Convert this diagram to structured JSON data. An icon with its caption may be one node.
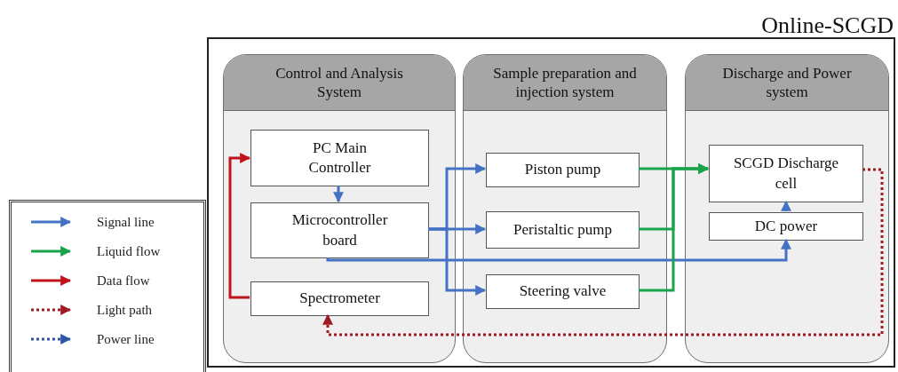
{
  "diagram": {
    "nodes": [
      {
        "text": [
          "Online-SCGD"
        ]
      },
      {
        "text": [
          "Control and Analysis System"
        ],
        "in": 0
      },
      {
        "text": [
          "Sample preparation and injection system"
        ],
        "in": 0
      },
      {
        "text": [
          "Discharge and Power system"
        ],
        "in": 0
      },
      {
        "text": [
          "PC Main Controller"
        ],
        "in": 1
      },
      {
        "text": [
          "Microcontroller board"
        ],
        "in": 1
      },
      {
        "text": [
          "Spectrometer"
        ],
        "in": 1
      },
      {
        "text": [
          "Piston pump"
        ],
        "in": 2
      },
      {
        "text": [
          "Peristaltic pump"
        ],
        "in": 2
      },
      {
        "text": [
          "Steering valve"
        ],
        "in": 2
      },
      {
        "text": [
          "SCGD Discharge cell"
        ],
        "in": 3
      },
      {
        "text": [
          "DC power"
        ],
        "in": 3
      }
    ],
    "edges": [
      {
        "from": 4,
        "to": 5,
        "arrow": "to"
      },
      {
        "from": 5,
        "to": 7,
        "arrow": "to"
      },
      {
        "from": 5,
        "to": 8,
        "arrow": "to"
      },
      {
        "from": 5,
        "to": 9,
        "arrow": "to"
      },
      {
        "from": 5,
        "to": 11,
        "arrow": "to"
      },
      {
        "from": 11,
        "to": 10,
        "arrow": "to"
      },
      {
        "from": 7,
        "to": 10,
        "arrow": "to",
        "color": "#1aa34a"
      },
      {
        "from": 8,
        "to": 10,
        "arrow": "to",
        "color": "#1aa34a"
      },
      {
        "from": 9,
        "to": 10,
        "arrow": "to",
        "color": "#1aa34a"
      },
      {
        "from": 6,
        "to": 4,
        "arrow": "to",
        "color": "#c0141c"
      },
      {
        "from": 10,
        "to": 6,
        "arrow": "to",
        "style": "dashed",
        "color": "#a01a22"
      }
    ],
    "legend": [
      {
        "text": "Signal line"
      },
      {
        "text": "Liquid flow"
      },
      {
        "text": "Data flow"
      },
      {
        "text": "Light path"
      },
      {
        "text": "Power line"
      }
    ]
  }
}
